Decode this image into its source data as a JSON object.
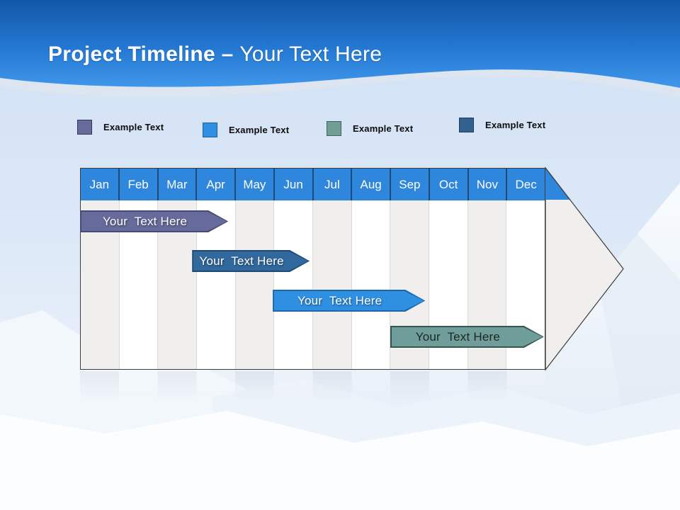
{
  "slide": {
    "title_primary": "Project Timeline",
    "title_separator": " – ",
    "title_secondary": "Your Text Here"
  },
  "legend": {
    "items": [
      {
        "label": "Example Text",
        "color": "#666b9b",
        "border": "#33365c"
      },
      {
        "label": "Example Text",
        "color": "#2e90e2",
        "border": "#1c5f9c"
      },
      {
        "label": "Example Text",
        "color": "#6f9e94",
        "border": "#41645d"
      },
      {
        "label": "Example Text",
        "color": "#33618f",
        "border": "#1e3c5c"
      }
    ]
  },
  "chart_data": {
    "type": "bar",
    "subtype": "gantt-timeline",
    "title": "Project Timeline – Your Text Here",
    "categories": [
      "Jan",
      "Feb",
      "Mar",
      "Apr",
      "May",
      "Jun",
      "Jul",
      "Aug",
      "Sep",
      "Oct",
      "Nov",
      "Dec"
    ],
    "header_color": "#2e86dd",
    "legend_position": "top",
    "grid": "vertical-columns-alternating",
    "bars": [
      {
        "label": "Your  Text Here",
        "row": 0,
        "start_col": 0.0,
        "end_col": 3.82,
        "start_month": "Jan",
        "end_month": "Apr",
        "fill": "#666b9b",
        "border": "#474b73",
        "text_color": "#ffffff"
      },
      {
        "label": "Your  Text Here",
        "row": 1,
        "start_col": 2.89,
        "end_col": 5.92,
        "start_month": "Mar",
        "end_month": "Jun",
        "fill": "#31699e",
        "border": "#1f4a74",
        "text_color": "#ffffff"
      },
      {
        "label": "Your  Text Here",
        "row": 2,
        "start_col": 4.97,
        "end_col": 8.9,
        "start_month": "May",
        "end_month": "Sep",
        "fill": "#2f8fe0",
        "border": "#1c66ae",
        "text_color": "#ffffff"
      },
      {
        "label": "Your  Text Here",
        "row": 3,
        "start_col": 8.0,
        "end_col": 11.96,
        "start_month": "Sep",
        "end_month": "Dec",
        "fill": "#6f9e9a",
        "border": "#37564f",
        "text_color": "#1d2624"
      }
    ]
  }
}
